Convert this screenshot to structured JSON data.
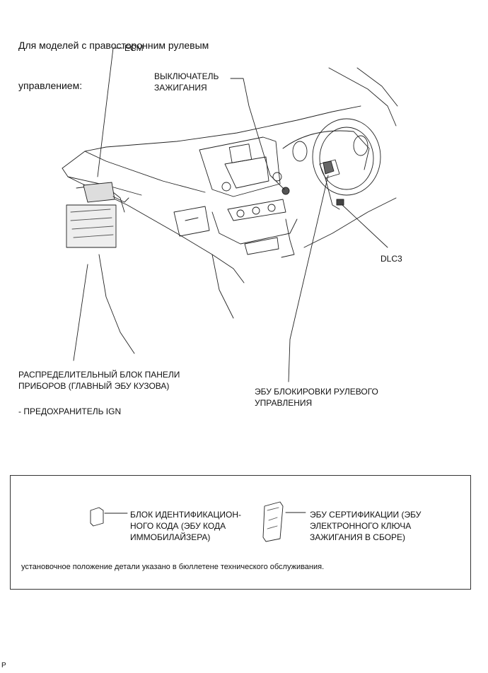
{
  "title_lines": [
    "Для моделей с правосторонним рулевым",
    "управлением:"
  ],
  "labels": {
    "ecm": "ECM",
    "ignition_switch": "ВЫКЛЮЧАТЕЛЬ\nЗАЖИГАНИЯ",
    "dlc3": "DLC3",
    "junction_block": "РАСПРЕДЕЛИТЕЛЬНЫЙ БЛОК ПАНЕЛИ\nПРИБОРОВ (ГЛАВНЫЙ ЭБУ КУЗОВА)",
    "fuse": "- ПРЕДОХРАНИТЕЛЬ IGN",
    "steering_lock": "ЭБУ БЛОКИРОВКИ РУЛЕВОГО\nУПРАВЛЕНИЯ"
  },
  "legend": {
    "id_code_box": "БЛОК ИДЕНТИФИКАЦИОН-\nНОГО КОДА (ЭБУ КОДА\nИММОБИЛАЙЗЕРА)",
    "cert_ecu": "ЭБУ СЕРТИФИКАЦИИ (ЭБУ\nЭЛЕКТРОННОГО КЛЮЧА\nЗАЖИГАНИЯ В СБОРЕ)",
    "note": "установочное положение детали указано в бюллетене технического обслуживания."
  },
  "corner_mark": "P"
}
